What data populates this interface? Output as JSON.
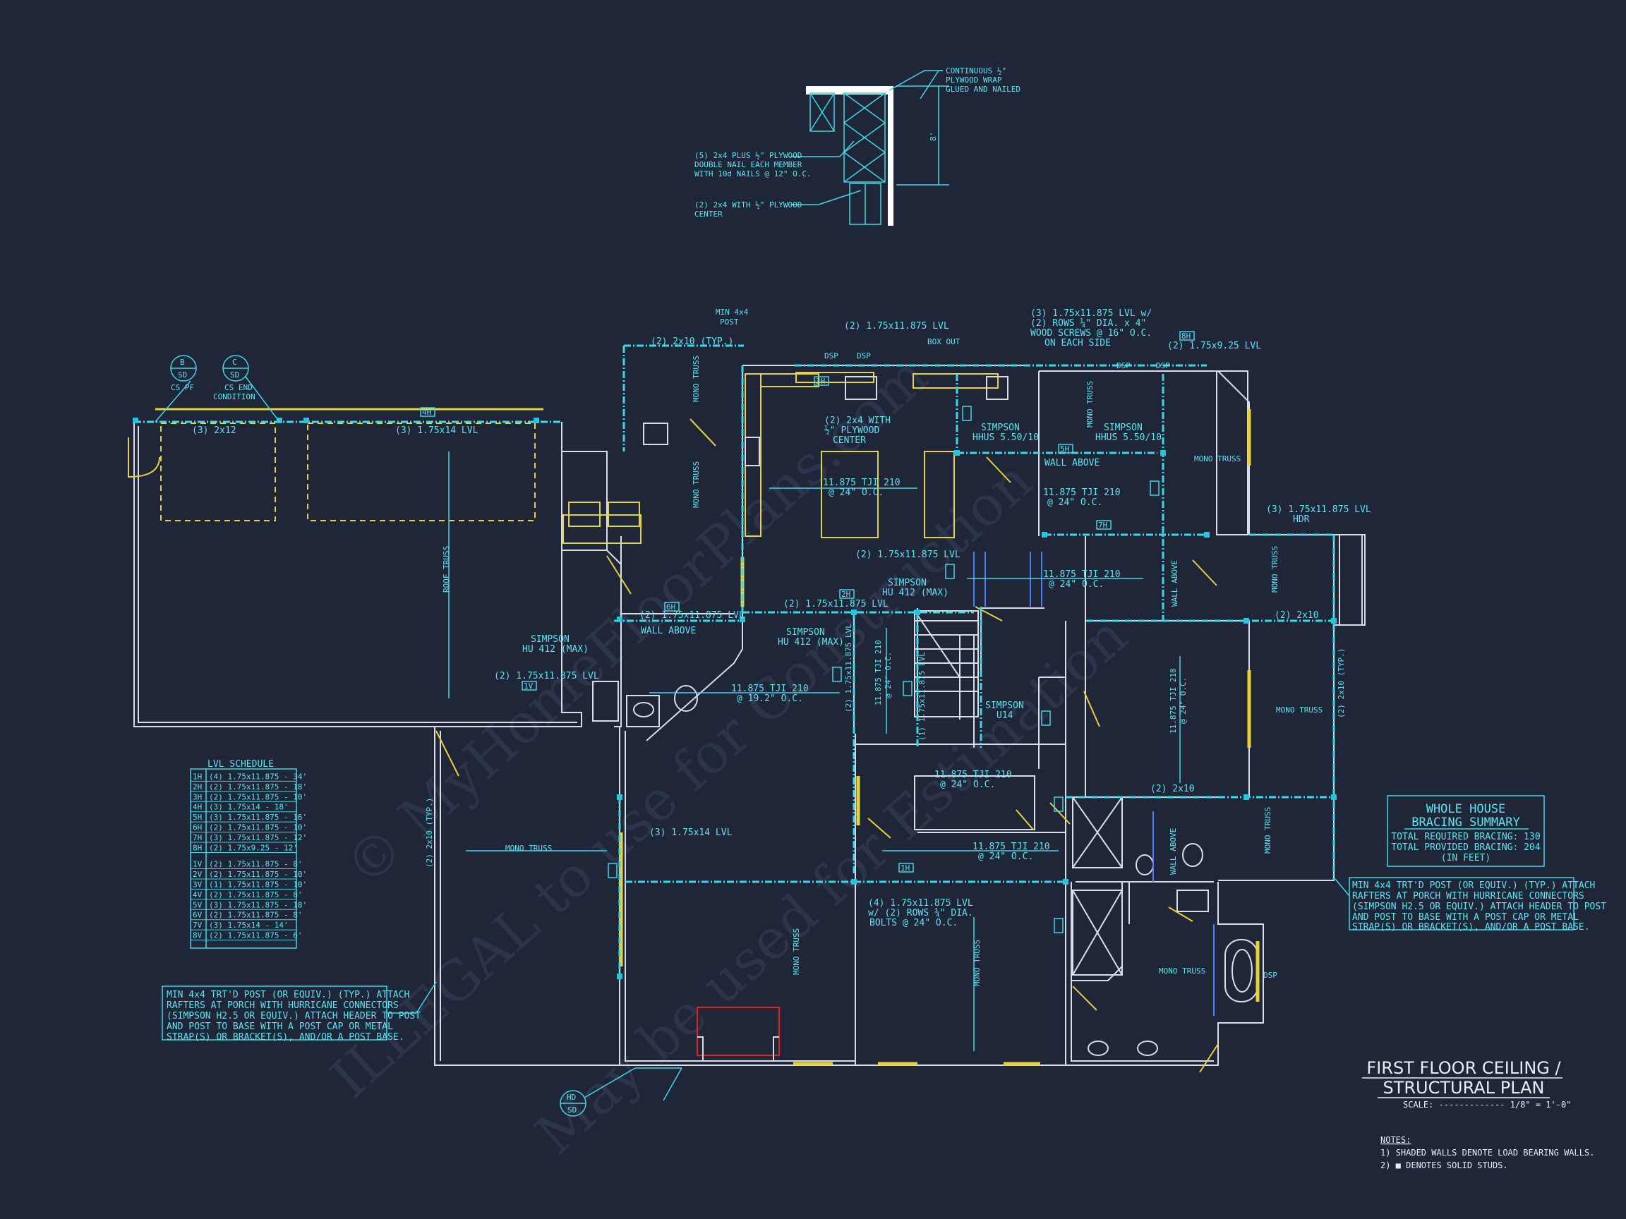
{
  "title": {
    "line1": "FIRST FLOOR CEILING /",
    "line2": "STRUCTURAL PLAN"
  },
  "scale": "SCALE: ------------- 1/8\" = 1'-0\"",
  "notes": {
    "heading": "NOTES:",
    "items": [
      "1) SHADED WALLS DENOTE LOAD BEARING WALLS.",
      "2) ■ DENOTES SOLID STUDS."
    ]
  },
  "bracing_summary": {
    "heading1": "WHOLE HOUSE",
    "heading2": "BRACING SUMMARY",
    "required": "TOTAL REQUIRED BRACING: 130",
    "provided": "TOTAL PROVIDED BRACING: 204",
    "unit": "(IN FEET)"
  },
  "lvl_schedule": {
    "title": "LVL SCHEDULE",
    "rows": [
      {
        "tag": "1H",
        "spec": "(4) 1.75x11.875 - 34'"
      },
      {
        "tag": "2H",
        "spec": "(2) 1.75x11.875 - 18'"
      },
      {
        "tag": "3H",
        "spec": "(2) 1.75x11.875 - 10'"
      },
      {
        "tag": "4H",
        "spec": "(3) 1.75x14 - 18'"
      },
      {
        "tag": "5H",
        "spec": "(3) 1.75x11.875 - 16'"
      },
      {
        "tag": "6H",
        "spec": "(2) 1.75x11.875 - 10'"
      },
      {
        "tag": "7H",
        "spec": "(3) 1.75x11.875 - 12'"
      },
      {
        "tag": "8H",
        "spec": "(2) 1.75x9.25 - 12'"
      },
      {
        "tag": "1V",
        "spec": "(2) 1.75x11.875 - 8'"
      },
      {
        "tag": "2V",
        "spec": "(2) 1.75x11.875 - 10'"
      },
      {
        "tag": "3V",
        "spec": "(1) 1.75x11.875 - 10'"
      },
      {
        "tag": "4V",
        "spec": "(2) 1.75x11.875 - 8'"
      },
      {
        "tag": "5V",
        "spec": "(3) 1.75x11.875 - 18'"
      },
      {
        "tag": "6V",
        "spec": "(2) 1.75x11.875 - 8'"
      },
      {
        "tag": "7V",
        "spec": "(3) 1.75x14 - 14'"
      },
      {
        "tag": "8V",
        "spec": "(2) 1.75x11.875 - 6'"
      }
    ]
  },
  "porch_note_left": [
    "MIN 4x4 TRT'D POST (OR EQUIV.) (TYP.) ATTACH",
    "RAFTERS AT PORCH WITH HURRICANE CONNECTORS",
    "(SIMPSON H2.5 OR EQUIV.) ATTACH HEADER TO POST",
    "AND POST TO BASE WITH A POST CAP OR METAL",
    "STRAP(S) OR BRACKET(S), AND/OR A POST BASE."
  ],
  "porch_note_right": [
    "MIN 4x4 TRT'D POST (OR EQUIV.) (TYP.) ATTACH",
    "RAFTERS AT PORCH WITH HURRICANE CONNECTORS",
    "(SIMPSON H2.5 OR EQUIV.) ATTACH HEADER TO POST",
    "AND POST TO BASE WITH A POST CAP OR METAL",
    "STRAP(S) OR BRACKET(S), AND/OR A POST BASE."
  ],
  "detail": {
    "wrap": [
      "CONTINUOUS ½\"",
      "PLYWOOD WRAP",
      "GLUED AND NAILED"
    ],
    "plus": [
      "(5) 2x4 PLUS ½\" PLYWOOD",
      "DOUBLE NAIL EACH MEMBER",
      "WITH 10d NAILS @ 12\" O.C."
    ],
    "center": [
      "(2) 2x4 WITH ½\" PLYWOOD",
      "CENTER"
    ],
    "height": "8'"
  },
  "sections": [
    {
      "letter": "B",
      "code": "SD",
      "caption": "CS PF"
    },
    {
      "letter": "C",
      "code": "SD",
      "caption": "CS END CONDITION"
    },
    {
      "letter": "HD",
      "code": "SD",
      "caption": ""
    }
  ],
  "labels": {
    "post": [
      "MIN 4x4",
      "POST"
    ],
    "garage_header1": "(3) 2x12",
    "garage_header2": "(3) 1.75x14 LVL",
    "roof_truss": "ROOF TRUSS",
    "mono_truss": "MONO TRUSS",
    "twoby10_typ": "(2) 2x10 (TYP.)",
    "lvl_kitchen_top": "(2) 1.75x11.875 LVL",
    "box_out": "BOX OUT",
    "dsp": "DSP",
    "kitchen_center": [
      "(2) 2x4 WITH",
      "½\" PLYWOOD",
      "CENTER"
    ],
    "tji_kitchen": [
      "11.875 TJI 210",
      "@ 24\" O.C."
    ],
    "lvl_wood_screws": [
      "(3) 1.75x11.875 LVL w/",
      "(2) ROWS ¼\" DIA. x 4\"",
      "WOOD SCREWS @ 16\" O.C.",
      "ON EACH SIDE"
    ],
    "lvl_925": "(2) 1.75x9.25 LVL",
    "simpson_hhus1": [
      "SIMPSON",
      "HHUS 5.50/10"
    ],
    "simpson_hhus2": [
      "SIMPSON",
      "HHUS 5.50/10"
    ],
    "wall_above": "WALL ABOVE",
    "tji_mid": [
      "11.875 TJI 210",
      "@ 24\" O.C."
    ],
    "lvl_hdr": [
      "(3) 1.75x11.875 LVL",
      "HDR"
    ],
    "lvl_left": "(2) 1.75x11.875 LVL",
    "simpson_hu1": [
      "SIMPSON",
      "HU 412 (MAX)"
    ],
    "simpson_hu2": [
      "SIMPSON",
      "HU 412 (MAX)"
    ],
    "simpson_hu3": [
      "SIMPSON",
      "HU 412 (MAX)"
    ],
    "lvl_mid1": "(2) 1.75x11.875 LVL",
    "lvl_mid2": "(2) 1.75x11.875 LVL",
    "tji_laundry": [
      "11.875 TJI 210",
      "@ 19.2\" O.C."
    ],
    "tji_stair": [
      "11.875 TJI 210",
      "@ 24\" O.C."
    ],
    "tji_right": [
      "11.875 TJI 210",
      "@ 24\" O.C."
    ],
    "simpson_u": [
      "SIMPSON",
      "U14"
    ],
    "twoby10": "(2) 2x10",
    "twoby10_typ_right": "(2) 2x10 (TYP.)",
    "lvl14": "(3) 1.75x14 LVL",
    "tji_great": [
      "11.875 TJI 210",
      "@ 24\" O.C."
    ],
    "tji_hall": [
      "11.875 TJI 210",
      "@ 24\" O.C."
    ],
    "lvl_bolts": [
      "(4) 1.75x11.875 LVL",
      "w/ (2) ROWS ¾\" DIA.",
      "BOLTS @ 24\" O.C."
    ],
    "lvl_v1": "(2) 1.75x11.875 LVL",
    "lvl_v2": "(1) 1.75x11.875 LVL",
    "tji_v": [
      "11.875 TJI 210",
      "@ 24\" O.C."
    ]
  },
  "watermark": [
    "© MyHomeFloorPlans.com",
    "ILLEGAL to use for Construction",
    "May be used for Estimation"
  ],
  "colors": {
    "background": "#1f2638",
    "cyan": "#3fd6e6",
    "yellow": "#e6d23a",
    "wall": "#d9dde6",
    "blue": "#4e7cff",
    "red": "#e0212b"
  }
}
